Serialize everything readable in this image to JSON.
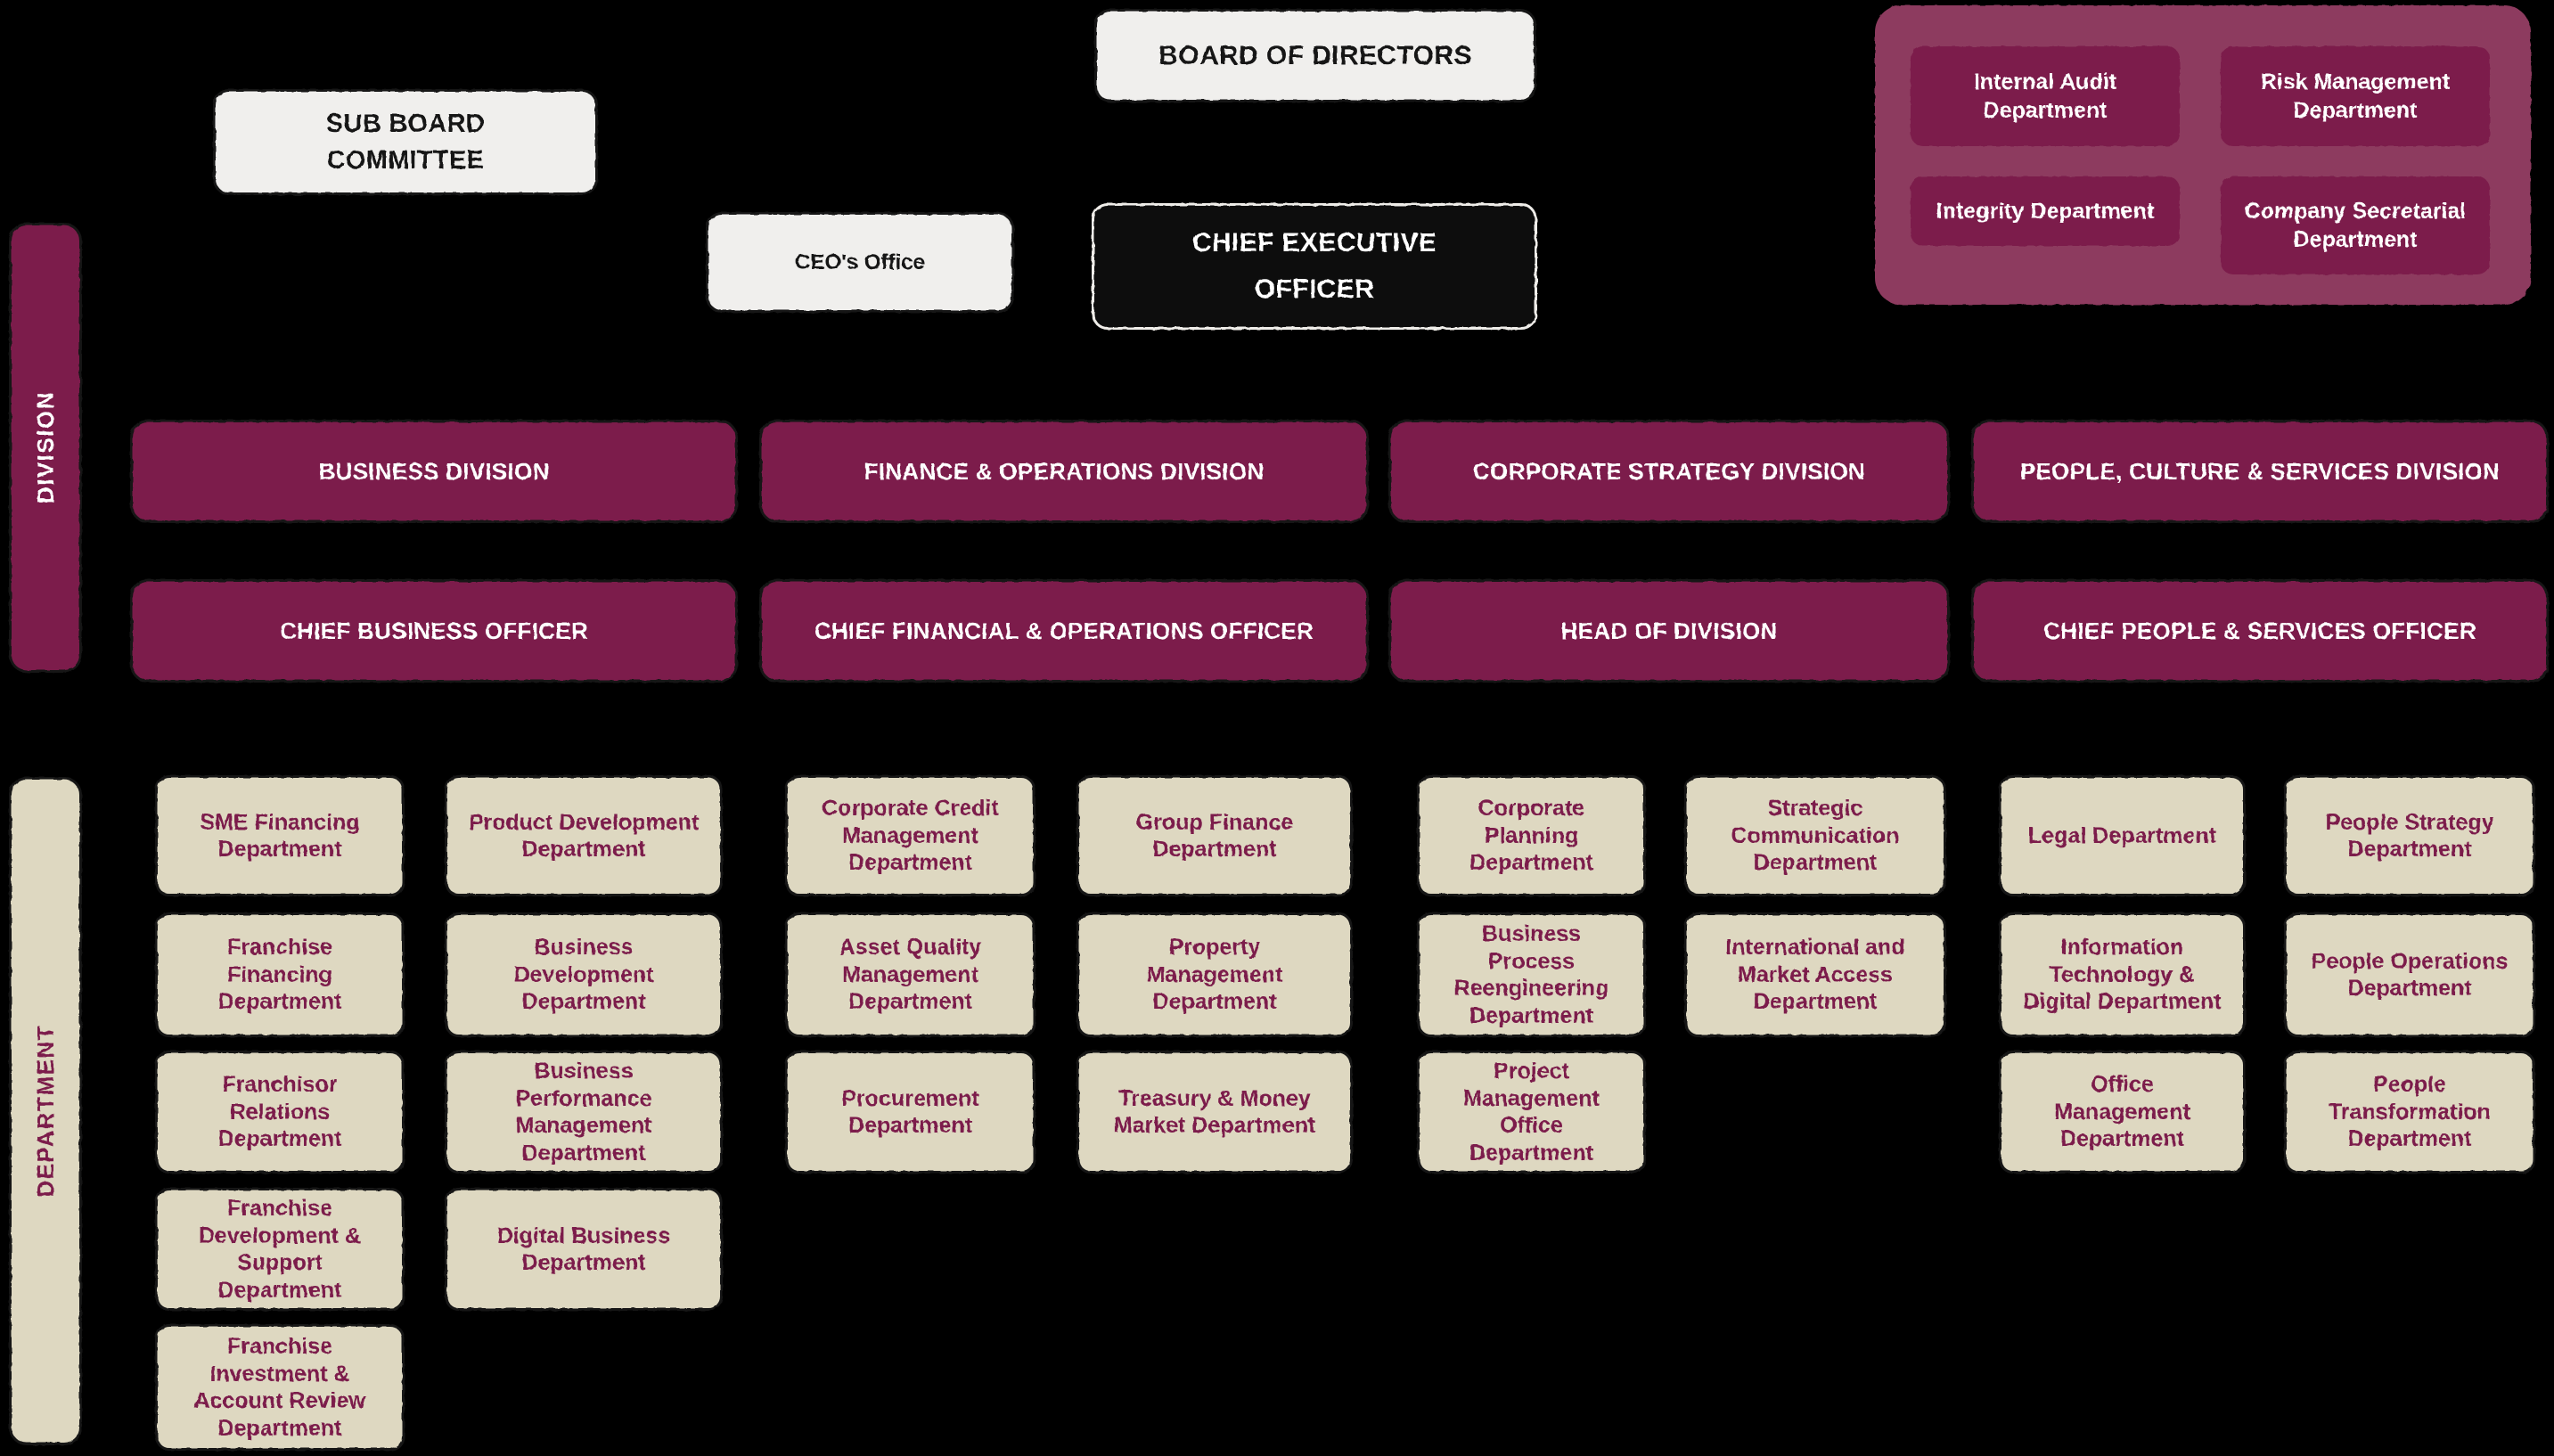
{
  "colors": {
    "background": "#000000",
    "maroon": "#7B1C4B",
    "panel_mauve": "#8D3A5E",
    "beige": "#DED8C1",
    "light": "#F0EFED",
    "dark_box": "#0A0A0A",
    "white_text": "#FFFFFF"
  },
  "top": {
    "board_of_directors": "BOARD OF DIRECTORS",
    "sub_board_committee": "SUB BOARD\nCOMMITTEE",
    "ceo_office": "CEO's Office",
    "chief_executive_officer": "CHIEF EXECUTIVE\nOFFICER"
  },
  "governance_panel": {
    "boxes": [
      "Internal Audit\nDepartment",
      "Risk Management\nDepartment",
      "Integrity Department",
      "Company Secretarial\nDepartment"
    ]
  },
  "division_band_label": "DIVISION",
  "department_band_label": "DEPARTMENT",
  "divisions": [
    "BUSINESS DIVISION",
    "FINANCE & OPERATIONS DIVISION",
    "CORPORATE STRATEGY DIVISION",
    "PEOPLE, CULTURE & SERVICES DIVISION"
  ],
  "division_heads": [
    "CHIEF BUSINESS OFFICER",
    "CHIEF FINANCIAL & OPERATIONS OFFICER",
    "HEAD OF DIVISION",
    "CHIEF PEOPLE & SERVICES OFFICER"
  ],
  "department_columns": [
    [
      "SME Financing\nDepartment",
      "Franchise\nFinancing\nDepartment",
      "Franchisor\nRelations\nDepartment",
      "Franchise\nDevelopment &\nSupport\nDepartment",
      "Franchise\nInvestment &\nAccount Review\nDepartment"
    ],
    [
      "Product Development\nDepartment",
      "Business\nDevelopment\nDepartment",
      "Business\nPerformance\nManagement\nDepartment",
      "Digital Business\nDepartment"
    ],
    [
      "Corporate Credit\nManagement\nDepartment",
      "Asset Quality\nManagement\nDepartment",
      "Procurement\nDepartment"
    ],
    [
      "Group Finance\nDepartment",
      "Property\nManagement\nDepartment",
      "Treasury & Money\nMarket Department"
    ],
    [
      "Corporate\nPlanning\nDepartment",
      "Business\nProcess\nReengineering\nDepartment",
      "Project\nManagement\nOffice\nDepartment"
    ],
    [
      "Strategic\nCommunication\nDepartment",
      "International and\nMarket Access\nDepartment"
    ],
    [
      "Legal Department",
      "Information\nTechnology &\nDigital Department",
      "Office\nManagement\nDepartment"
    ],
    [
      "People Strategy\nDepartment",
      "People Operations\nDepartment",
      "People\nTransformation\nDepartment"
    ]
  ]
}
